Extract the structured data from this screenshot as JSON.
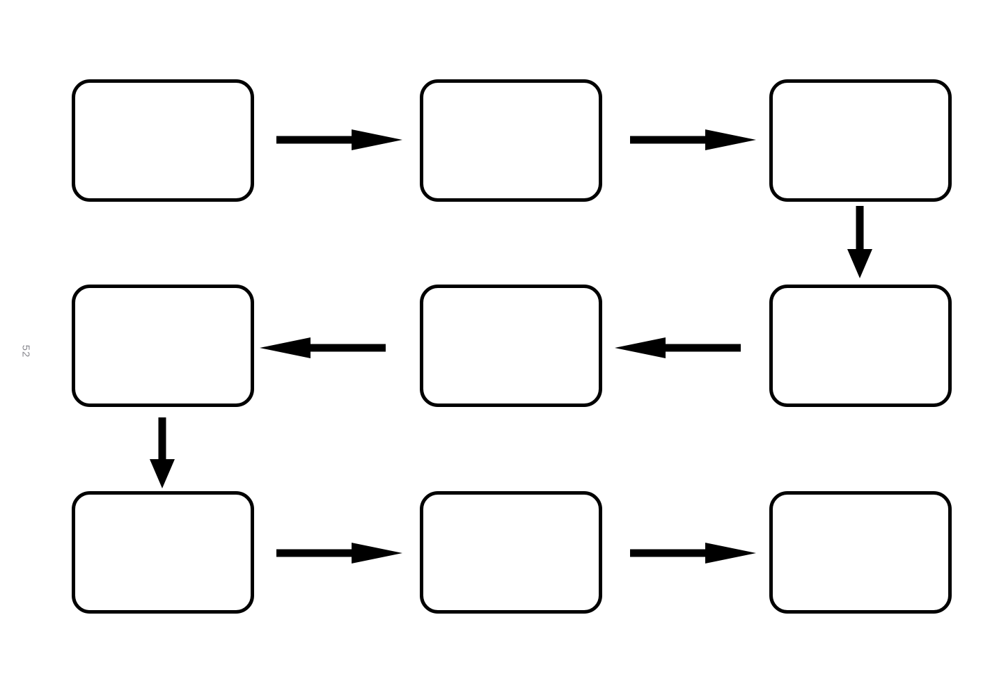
{
  "page": {
    "number": "52"
  },
  "colors": {
    "stroke": "#000000",
    "background": "#ffffff",
    "page_number": "#8a8a90"
  },
  "diagram": {
    "type": "flowchart-template",
    "description": "Blank 3x3 serpentine flowchart worksheet: nine empty rounded-rectangle boxes joined by solid black arrows in reading order 1-2-3 down, 6-5-4 down, 7-8-9",
    "nodes": [
      {
        "id": "box-1",
        "row": 1,
        "col": 1,
        "label": ""
      },
      {
        "id": "box-2",
        "row": 1,
        "col": 2,
        "label": ""
      },
      {
        "id": "box-3",
        "row": 1,
        "col": 3,
        "label": ""
      },
      {
        "id": "box-4",
        "row": 2,
        "col": 1,
        "label": ""
      },
      {
        "id": "box-5",
        "row": 2,
        "col": 2,
        "label": ""
      },
      {
        "id": "box-6",
        "row": 2,
        "col": 3,
        "label": ""
      },
      {
        "id": "box-7",
        "row": 3,
        "col": 1,
        "label": ""
      },
      {
        "id": "box-8",
        "row": 3,
        "col": 2,
        "label": ""
      },
      {
        "id": "box-9",
        "row": 3,
        "col": 3,
        "label": ""
      }
    ],
    "edges": [
      {
        "from": "box-1",
        "to": "box-2",
        "direction": "right"
      },
      {
        "from": "box-2",
        "to": "box-3",
        "direction": "right"
      },
      {
        "from": "box-3",
        "to": "box-6",
        "direction": "down"
      },
      {
        "from": "box-6",
        "to": "box-5",
        "direction": "left"
      },
      {
        "from": "box-5",
        "to": "box-4",
        "direction": "left"
      },
      {
        "from": "box-4",
        "to": "box-7",
        "direction": "down"
      },
      {
        "from": "box-7",
        "to": "box-8",
        "direction": "right"
      },
      {
        "from": "box-8",
        "to": "box-9",
        "direction": "right"
      }
    ]
  }
}
